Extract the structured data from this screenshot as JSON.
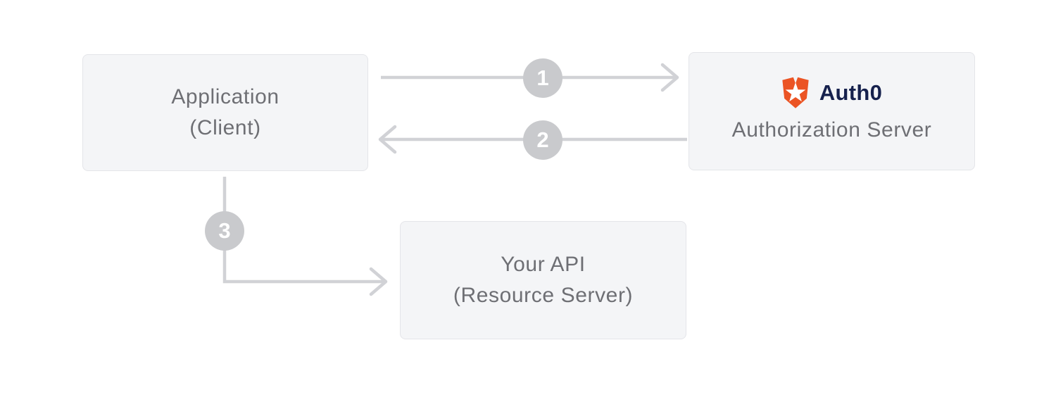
{
  "colors": {
    "page_bg": "#ffffff",
    "node_bg": "#f4f5f7",
    "node_border": "#e4e5e9",
    "node_text": "#6e6f74",
    "connector": "#d1d2d6",
    "step_badge_bg": "#c9cacd",
    "step_badge_text": "#ffffff",
    "auth0_logo_orange": "#eb5424",
    "auth0_logo_navy": "#16214d"
  },
  "nodes": {
    "application": {
      "lines": [
        "Application",
        "(Client)"
      ]
    },
    "authorization_server": {
      "logo": {
        "icon": "auth0-shield-icon",
        "wordmark": "Auth0"
      },
      "label": "Authorization Server"
    },
    "api": {
      "lines": [
        "Your API",
        "(Resource Server)"
      ]
    }
  },
  "steps": [
    {
      "number": "1",
      "from": "application",
      "to": "authorization_server"
    },
    {
      "number": "2",
      "from": "authorization_server",
      "to": "application"
    },
    {
      "number": "3",
      "from": "application",
      "to": "api"
    }
  ]
}
